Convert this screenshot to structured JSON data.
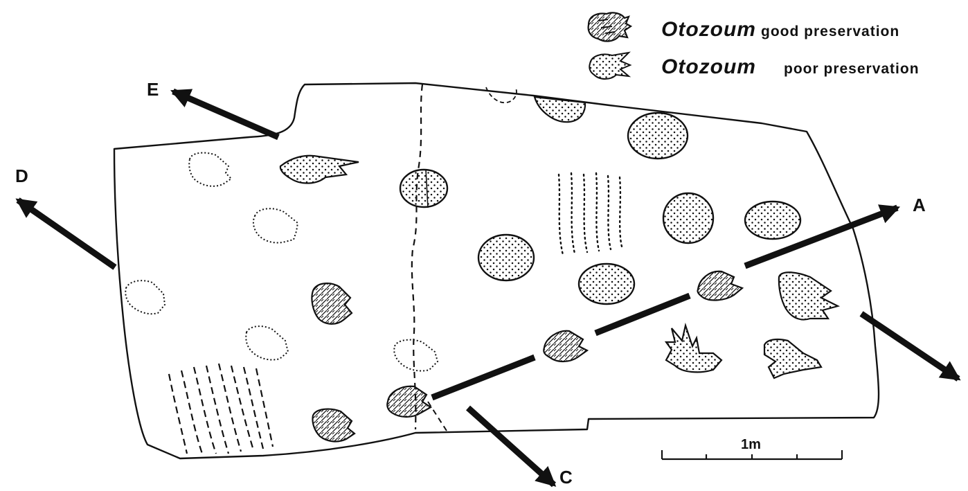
{
  "legend": {
    "good": {
      "genus": "Otozoum",
      "label": "good preservation",
      "icon": "good-preservation-track-icon"
    },
    "poor": {
      "genus": "Otozoum",
      "label": "poor preservation",
      "icon": "poor-preservation-track-icon"
    }
  },
  "directions": {
    "a": "A",
    "c": "C",
    "d": "D",
    "e": "E"
  },
  "scale_bar": {
    "label": "1m"
  },
  "colors": {
    "ink": "#111111",
    "paper": "#ffffff"
  }
}
